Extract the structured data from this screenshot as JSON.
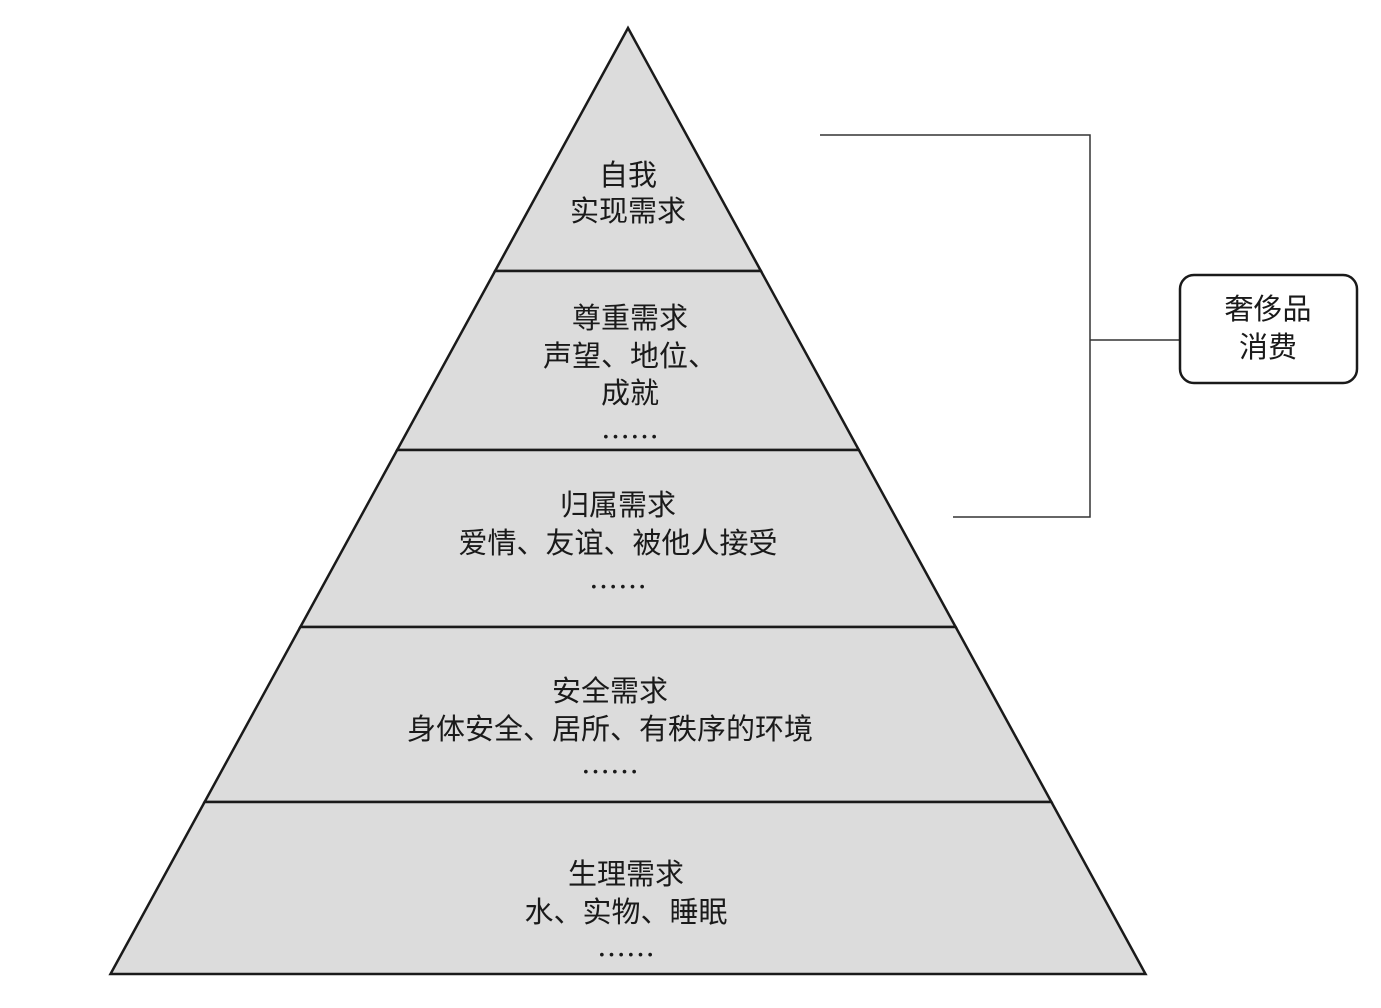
{
  "colors": {
    "tier_fill": "#dcdcdc",
    "outline": "#1a1a1a",
    "background": "#ffffff"
  },
  "pyramid": {
    "tiers": [
      {
        "id": "self-actualization",
        "lines": [
          "自我",
          "实现需求"
        ]
      },
      {
        "id": "esteem",
        "lines": [
          "尊重需求",
          "声望、地位、",
          "成就",
          "……"
        ]
      },
      {
        "id": "belonging",
        "lines": [
          "归属需求",
          "爱情、友谊、被他人接受",
          "……"
        ]
      },
      {
        "id": "safety",
        "lines": [
          "安全需求",
          "身体安全、居所、有秩序的环境",
          "……"
        ]
      },
      {
        "id": "physiological",
        "lines": [
          "生理需求",
          "水、实物、睡眠",
          "……"
        ]
      }
    ]
  },
  "callout": {
    "lines": [
      "奢侈品",
      "消费"
    ],
    "spans_tiers": [
      "self-actualization",
      "esteem",
      "belonging"
    ]
  }
}
